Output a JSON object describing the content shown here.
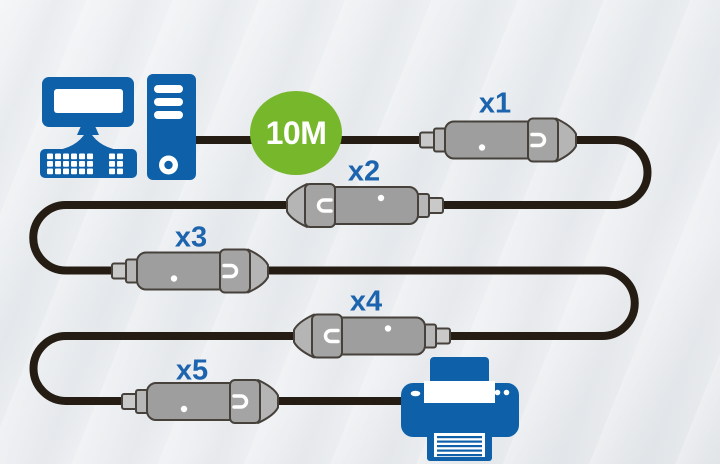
{
  "diagram": {
    "badge": {
      "label": "10M"
    },
    "extenders": [
      {
        "label": "x1"
      },
      {
        "label": "x2"
      },
      {
        "label": "x3"
      },
      {
        "label": "x4"
      },
      {
        "label": "x5"
      }
    ]
  },
  "icons": {
    "source": "computer-workstation-icon",
    "repeater": "usb-extender-unit-icon",
    "destination": "printer-icon",
    "badge": "cable-length-badge"
  },
  "colors": {
    "brand_blue": "#0e61a9",
    "badge_green": "#77b72c",
    "cable_black": "#251c13",
    "device_gray": "#9e9e9e",
    "device_outline": "#47413b",
    "label_blue": "#1d64ae",
    "background": "#eceef1"
  }
}
